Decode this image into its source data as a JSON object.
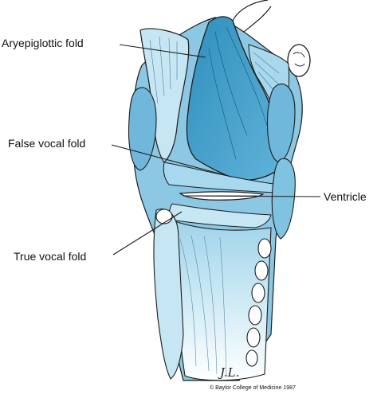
{
  "labels": {
    "aryepiglottic_fold": "Aryepiglottic fold",
    "false_vocal_fold": "False vocal fold",
    "ventricle": "Ventricle",
    "true_vocal_fold": "True vocal fold"
  },
  "signature": "J.L.",
  "copyright": "© Baylor College of Medicine 1987",
  "colors": {
    "dark_blue": "#3f9ec9",
    "mid_blue": "#7fc3e1",
    "light_blue": "#c6e6f3",
    "outline": "#1c1c1c"
  }
}
